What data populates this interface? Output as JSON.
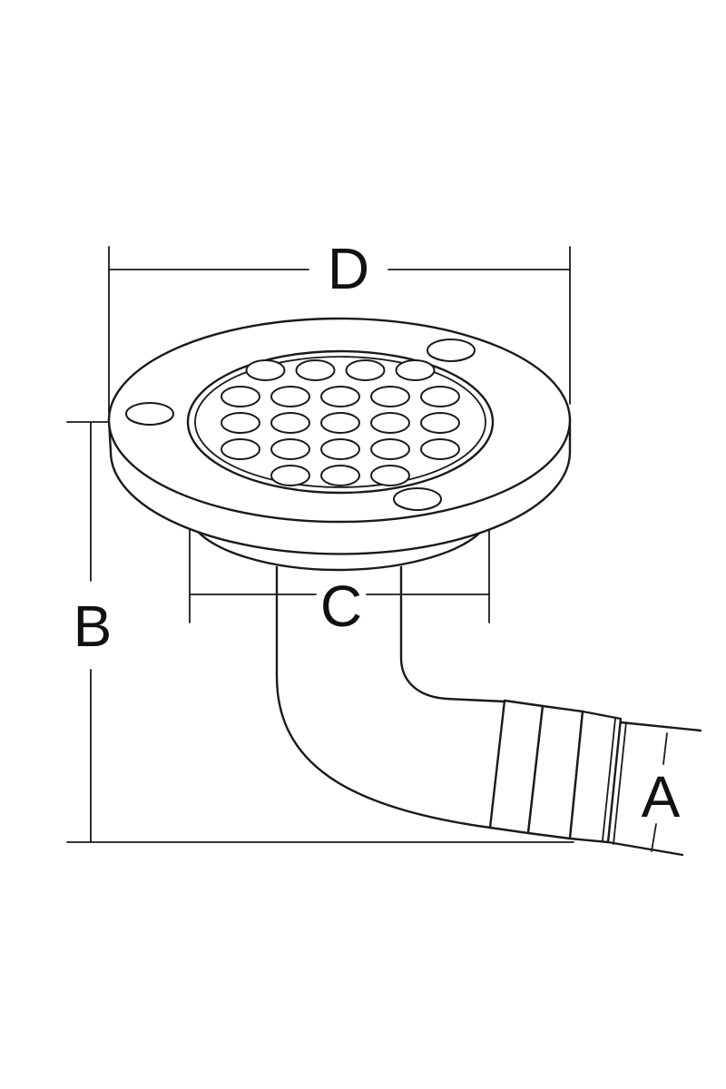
{
  "dimensions": {
    "a": "A",
    "b": "B",
    "c": "C",
    "d": "D"
  },
  "colors": {
    "line": "#1a1a1a",
    "background": "#ffffff"
  },
  "strainer_holes": {
    "rows": [
      4,
      5,
      5,
      5,
      3
    ]
  }
}
